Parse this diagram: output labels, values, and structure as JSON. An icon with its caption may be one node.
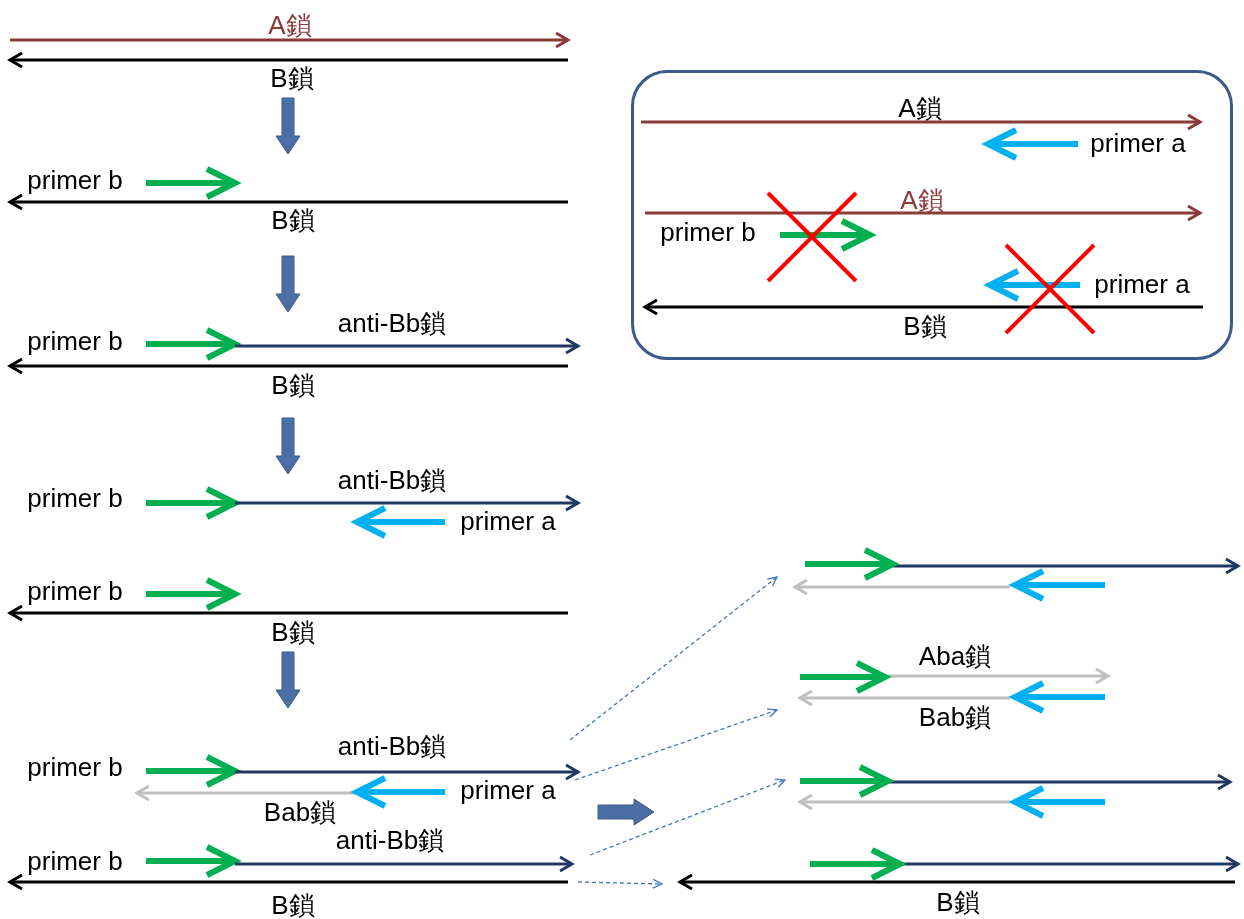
{
  "diagram": {
    "nodes": [
      {
        "text": [
          "A鎖",
          "primer a",
          "A鎖",
          "primer b",
          "primer a",
          "B鎖"
        ]
      }
    ],
    "labels": [
      "A鎖",
      "B鎖",
      "primer b",
      "B鎖",
      "anti-Bb鎖",
      "primer b",
      "B鎖",
      "anti-Bb鎖",
      "primer b",
      "primer a",
      "primer b",
      "B鎖",
      "anti-Bb鎖",
      "primer b",
      "primer a",
      "Bab鎖",
      "anti-Bb鎖",
      "primer b",
      "B鎖",
      "Aba鎖",
      "Bab鎖",
      "B鎖"
    ]
  }
}
